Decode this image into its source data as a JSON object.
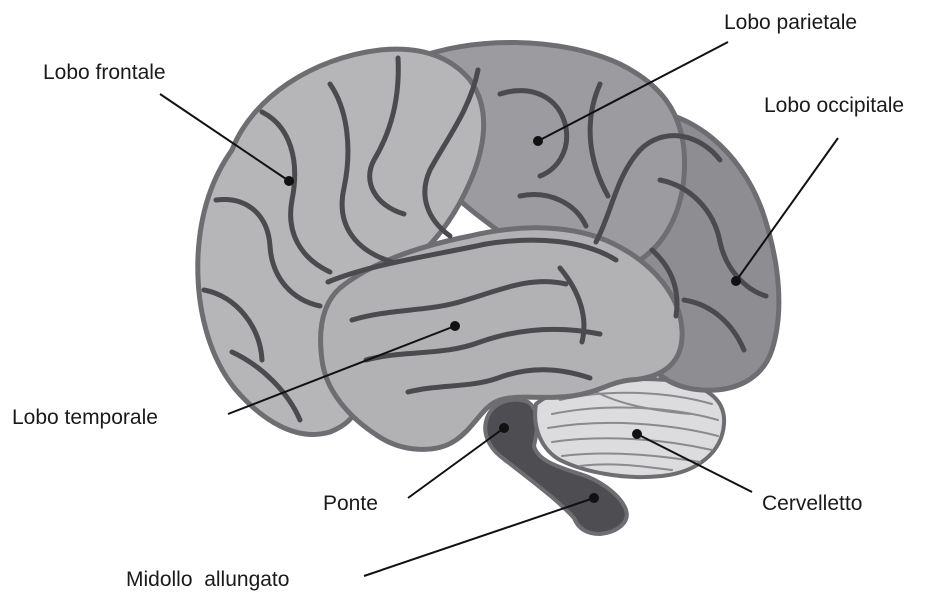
{
  "labels": {
    "frontal": "Lobo frontale",
    "parietal": "Lobo parietale",
    "occipital": "Lobo occipitale",
    "temporal": "Lobo temporale",
    "pons": "Ponte",
    "cerebellum": "Cervelletto",
    "medulla": "Midollo  allungato"
  },
  "colors": {
    "frontal_fill": "#b6b6b9",
    "parietal_fill": "#9c9ca0",
    "occipital_fill": "#8d8d92",
    "temporal_fill": "#b2b2b5",
    "cerebellum_fill": "#dcdcde",
    "brainstem_fill": "#4e4e52",
    "outline": "#6e6e72",
    "sulcus": "#4a4a4f",
    "text": "#1a1a1a"
  }
}
